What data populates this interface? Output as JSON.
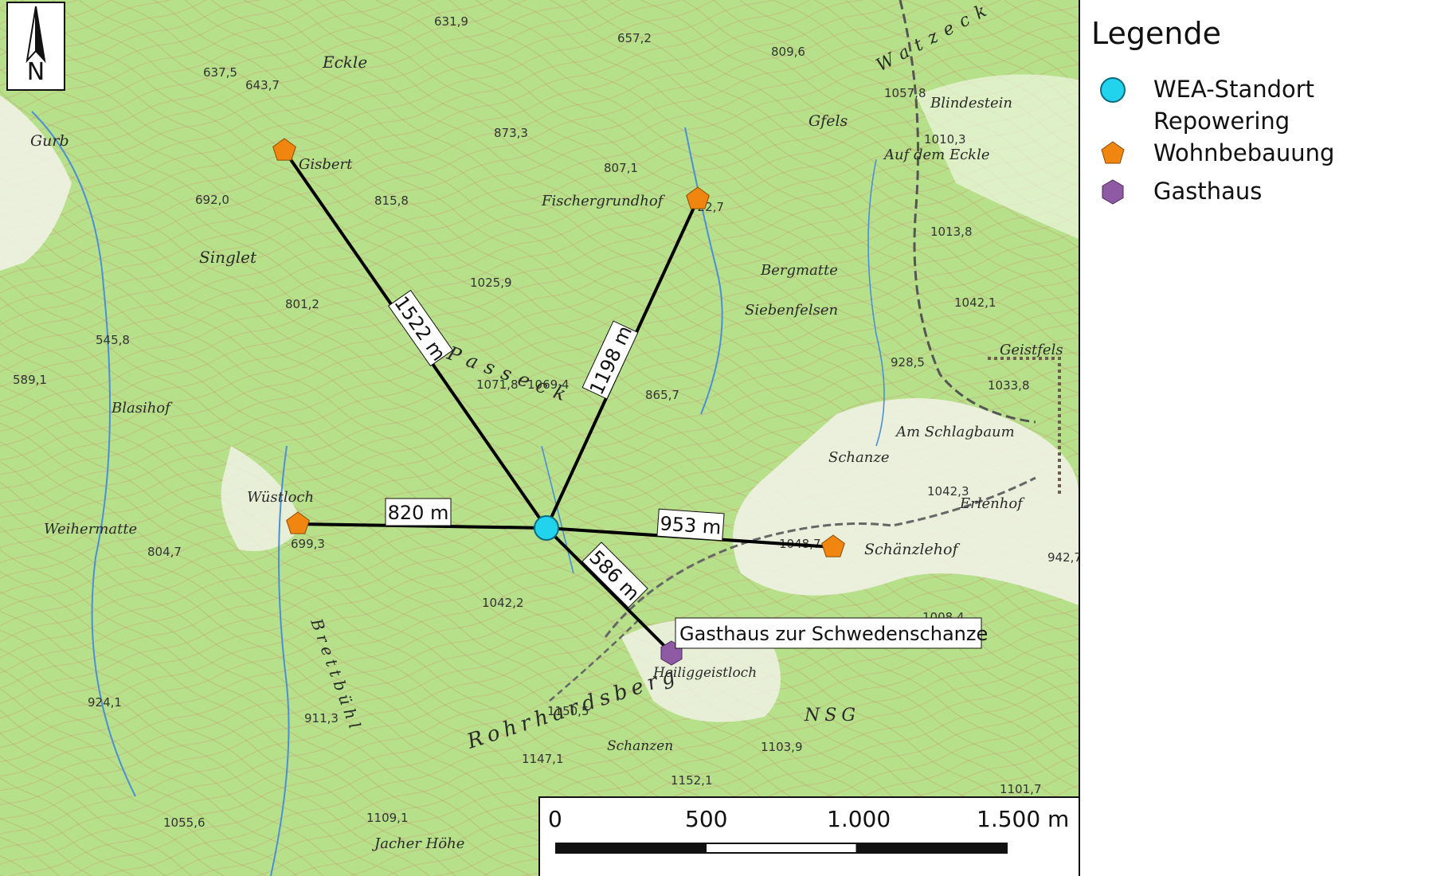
{
  "legend": {
    "title": "Legende",
    "items": [
      {
        "label": "WEA-Standort Repowering",
        "symbol": "circle-icon",
        "color": "#22d3ee"
      },
      {
        "label": "Wohnbebauung",
        "symbol": "pentagon-icon",
        "color": "#f0860f"
      },
      {
        "label": "Gasthaus",
        "symbol": "hexagon-icon",
        "color": "#8e5aa3"
      }
    ]
  },
  "north_arrow": {
    "letter": "N"
  },
  "scale_bar": {
    "ticks": [
      "0",
      "500",
      "1.000",
      "1.500 m"
    ]
  },
  "distances": {
    "nw": "1522 m",
    "ne": "1198 m",
    "w": "820 m",
    "e": "953 m",
    "se": "586 m"
  },
  "poi_label": "Gasthaus zur Schwedenschanze",
  "place_names": {
    "ecke": "Eckle",
    "gurb": "Gurb",
    "gisbert": "Gisbert",
    "singlet": "Singlet",
    "fischer": "Fischergrundhof",
    "bergmatte": "Bergmatte",
    "siebenfelsen": "Siebenfelsen",
    "gfels": "Gfels",
    "blindestein": "Blindestein",
    "aufdemeckle": "Auf dem Eckle",
    "blasihof": "Blasihof",
    "passeck": "Passeck",
    "wustloch": "Wüstloch",
    "weihermatte": "Weihermatte",
    "schanze": "Schanze",
    "schanzlehof": "Schänzlehof",
    "erlenhof": "Erlenhof",
    "geistfels": "Geistfels",
    "heiliggeist": "Heiliggeistloch",
    "rohrhardsberg": "Rohrhardsberg",
    "schanzen": "Schanzen",
    "nsg": "NSG",
    "jacher": "Jacher Höhe",
    "brettbuhl": "Brettbühl",
    "watzeck": "Watzeck",
    "schlagbaum": "Am Schlagbaum"
  },
  "spot_heights": [
    "631,9",
    "657,2",
    "809,6",
    "637,5",
    "643,7",
    "873,3",
    "807,1",
    "692,0",
    "815,8",
    "722,7",
    "1057,8",
    "1010,3",
    "1013,8",
    "1025,9",
    "801,2",
    "1042,1",
    "545,8",
    "589,1",
    "1071,8",
    "1069,4",
    "865,7",
    "928,5",
    "1033,8",
    "1042,3",
    "804,7",
    "699,3",
    "1042,2",
    "1048,7",
    "942,7",
    "1008,4",
    "924,1",
    "911,3",
    "1150,5",
    "1103,9",
    "1147,1",
    "1152,1",
    "1101,7",
    "1055,6",
    "1109,1"
  ]
}
